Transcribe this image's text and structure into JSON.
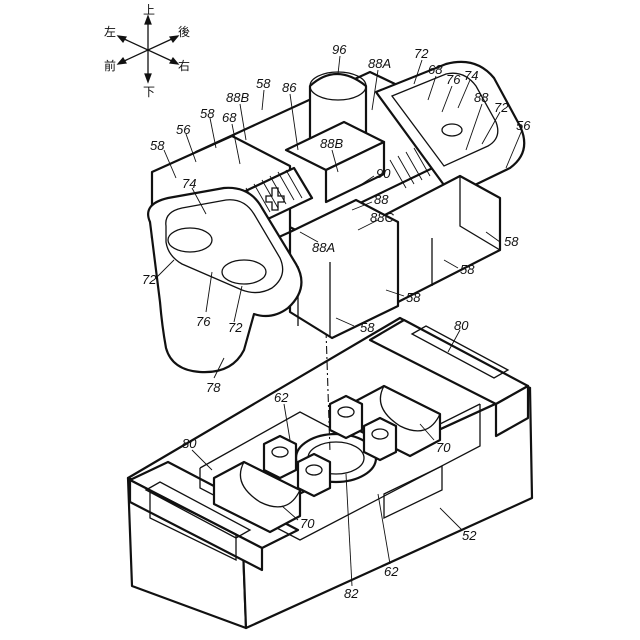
{
  "direction_rose": {
    "up": "上",
    "down": "下",
    "left": "左",
    "right": "右",
    "front": "前",
    "rear": "後"
  },
  "labels": {
    "l96": "96",
    "l88A_top": "88A",
    "l72_top": "72",
    "l68_right": "68",
    "l76_right": "76",
    "l74_right": "74",
    "l58_top": "58",
    "l88B_top": "88B",
    "l86": "86",
    "l88_right": "88",
    "l72_right": "72",
    "l56_right": "56",
    "l58_left_a": "58",
    "l68_left": "68",
    "l56_left": "56",
    "l88B_mid": "88B",
    "l58_left_b": "58",
    "l90": "90",
    "l74_left": "74",
    "l88_mid": "88",
    "l88C": "88C",
    "l88A_mid": "88A",
    "l58_right_a": "58",
    "l58_right_b": "58",
    "l72_left": "72",
    "l58_right_c": "58",
    "l76_left": "76",
    "l72_bottom": "72",
    "l58_bottom": "58",
    "l80_right": "80",
    "l78": "78",
    "l62_top": "62",
    "l70_right": "70",
    "l80_left": "80",
    "l70_left": "70",
    "l52": "52",
    "l62_bottom": "62",
    "l82": "82"
  }
}
